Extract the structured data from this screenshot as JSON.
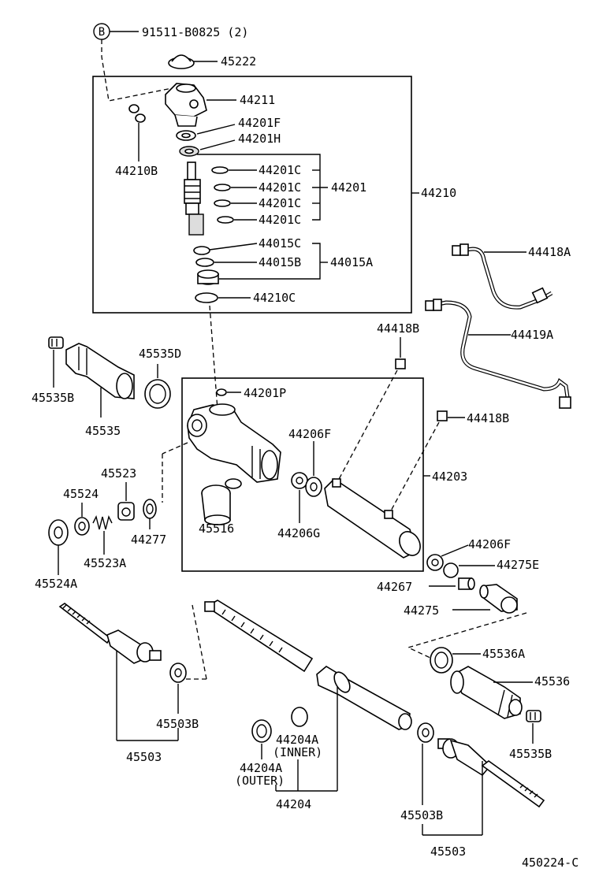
{
  "diagram_id": "450224-C",
  "circle_marker": "B",
  "labels": {
    "l91511": "91511-B0825 (2)",
    "l45222": "45222",
    "l44211": "44211",
    "l44201F": "44201F",
    "l44201H": "44201H",
    "l44210B": "44210B",
    "l44201C_1": "44201C",
    "l44201C_2": "44201C",
    "l44201C_3": "44201C",
    "l44201C_4": "44201C",
    "l44201": "44201",
    "l44210": "44210",
    "l44015C": "44015C",
    "l44015B": "44015B",
    "l44015A": "44015A",
    "l44210C": "44210C",
    "l44418A": "44418A",
    "l44419A": "44419A",
    "l44418B_1": "44418B",
    "l44418B_2": "44418B",
    "l45535D": "45535D",
    "l45535B_1": "45535B",
    "l45535": "45535",
    "l44201P": "44201P",
    "l44206F_1": "44206F",
    "l44203": "44203",
    "l45523": "45523",
    "l45524": "45524",
    "l44277": "44277",
    "l45516": "45516",
    "l44206G": "44206G",
    "l45523A": "45523A",
    "l45524A": "45524A",
    "l44206F_2": "44206F",
    "l44275E": "44275E",
    "l44267": "44267",
    "l44275": "44275",
    "l45536A": "45536A",
    "l45536": "45536",
    "l45503B_1": "45503B",
    "l45503_1": "45503",
    "l44204A_inner": "44204A",
    "l_inner": "(INNER)",
    "l44204A_outer": "44204A",
    "l_outer": "(OUTER)",
    "l44204": "44204",
    "l45535B_2": "45535B",
    "l45503B_2": "45503B",
    "l45503_2": "45503",
    "l450224": "450224-C"
  }
}
